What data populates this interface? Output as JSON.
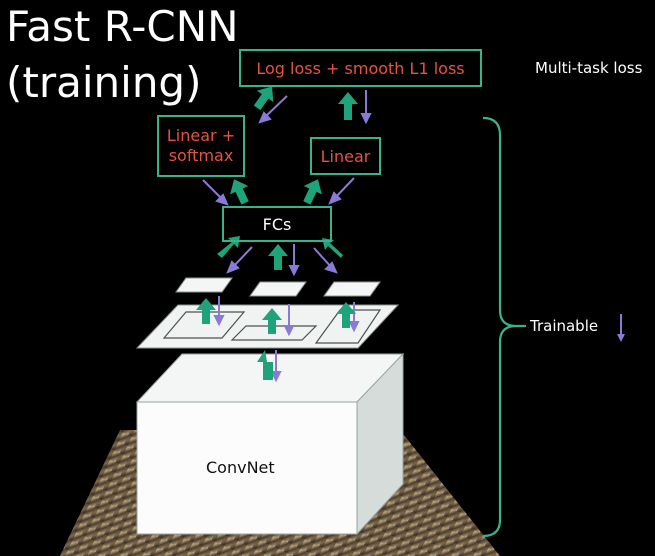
{
  "title": {
    "line1": "Fast R-CNN",
    "line2": "(training)"
  },
  "boxes": {
    "loss": "Log loss + smooth L1 loss",
    "linear_softmax_line1": "Linear +",
    "linear_softmax_line2": "softmax",
    "linear": "Linear",
    "fcs": "FCs",
    "convnet": "ConvNet"
  },
  "annotations": {
    "multitask": "Multi-task loss",
    "trainable": "Trainable"
  },
  "colors": {
    "box_border": "#39b38d",
    "up_arrow": "#1fa37a",
    "down_arrow": "#8a7ad6",
    "loss_text": "#e6533f",
    "background": "#000000"
  }
}
